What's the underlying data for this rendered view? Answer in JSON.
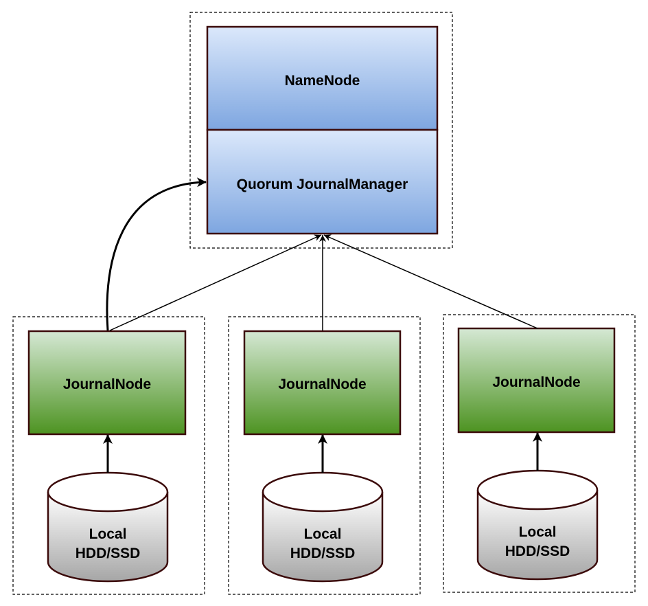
{
  "namenode": {
    "label": "NameNode",
    "quorum_label": "Quorum JournalManager"
  },
  "journal_nodes": [
    {
      "label": "JournalNode",
      "disk_line1": "Local",
      "disk_line2": "HDD/SSD"
    },
    {
      "label": "JournalNode",
      "disk_line1": "Local",
      "disk_line2": "HDD/SSD"
    },
    {
      "label": "JournalNode",
      "disk_line1": "Local",
      "disk_line2": "HDD/SSD"
    }
  ],
  "colors": {
    "blue_top": "#dbe8fb",
    "blue_bottom": "#7ea6e0",
    "green_top": "#d5e8d4",
    "green_bottom": "#4d9321",
    "disk_top": "#ffffff",
    "disk_bottom": "#a6a6a6",
    "box_stroke": "#3b0a0a"
  }
}
